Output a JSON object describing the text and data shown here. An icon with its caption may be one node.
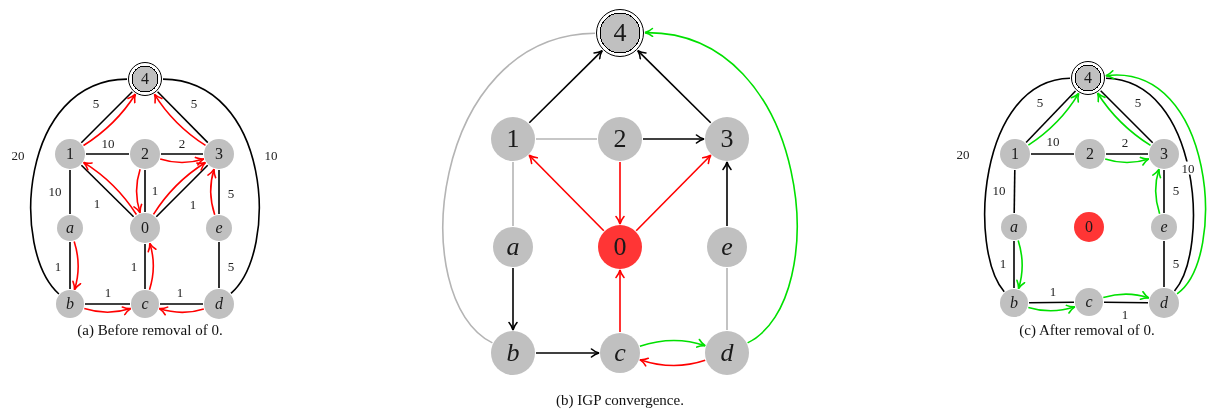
{
  "diagram": {
    "nodes": [
      {
        "text": [
          "4"
        ]
      },
      {
        "text": [
          "1"
        ]
      },
      {
        "text": [
          "2"
        ]
      },
      {
        "text": [
          "3"
        ]
      },
      {
        "text": [
          "a"
        ]
      },
      {
        "text": [
          "0"
        ]
      },
      {
        "text": [
          "e"
        ]
      },
      {
        "text": [
          "b"
        ]
      },
      {
        "text": [
          "c"
        ]
      },
      {
        "text": [
          "d"
        ]
      },
      {
        "text": [
          "4"
        ]
      },
      {
        "text": [
          "1"
        ]
      },
      {
        "text": [
          "2"
        ]
      },
      {
        "text": [
          "3"
        ]
      },
      {
        "text": [
          "a"
        ]
      },
      {
        "text": [
          "0"
        ]
      },
      {
        "text": [
          "e"
        ]
      },
      {
        "text": [
          "b"
        ]
      },
      {
        "text": [
          "c"
        ]
      },
      {
        "text": [
          "d"
        ]
      },
      {
        "text": [
          "4"
        ]
      },
      {
        "text": [
          "1"
        ]
      },
      {
        "text": [
          "2"
        ]
      },
      {
        "text": [
          "3"
        ]
      },
      {
        "text": [
          "a"
        ]
      },
      {
        "text": [
          "0"
        ]
      },
      {
        "text": [
          "e"
        ]
      },
      {
        "text": [
          "b"
        ]
      },
      {
        "text": [
          "c"
        ]
      },
      {
        "text": [
          "d"
        ]
      }
    ],
    "edges": [
      {
        "from": 1,
        "to": 0,
        "arrow": "none",
        "label": "5"
      },
      {
        "from": 3,
        "to": 0,
        "arrow": "none",
        "label": "5"
      },
      {
        "from": 1,
        "to": 2,
        "arrow": "none",
        "label": "10"
      },
      {
        "from": 2,
        "to": 3,
        "arrow": "none",
        "label": "2"
      },
      {
        "from": 1,
        "to": 5,
        "arrow": "none",
        "label": "1"
      },
      {
        "from": 2,
        "to": 5,
        "arrow": "none",
        "label": "1"
      },
      {
        "from": 3,
        "to": 5,
        "arrow": "none",
        "label": "1"
      },
      {
        "from": 1,
        "to": 4,
        "arrow": "none",
        "label": "10"
      },
      {
        "from": 3,
        "to": 6,
        "arrow": "none",
        "label": "5"
      },
      {
        "from": 4,
        "to": 7,
        "arrow": "none",
        "label": "1"
      },
      {
        "from": 5,
        "to": 8,
        "arrow": "none",
        "label": "1"
      },
      {
        "from": 6,
        "to": 9,
        "arrow": "none",
        "label": "5"
      },
      {
        "from": 7,
        "to": 8,
        "arrow": "none",
        "label": "1"
      },
      {
        "from": 8,
        "to": 9,
        "arrow": "none",
        "label": "1"
      },
      {
        "from": 7,
        "to": 0,
        "arrow": "none",
        "label": "20"
      },
      {
        "from": 9,
        "to": 0,
        "arrow": "none",
        "label": "10"
      },
      {
        "from": 1,
        "to": 0,
        "arrow": "to",
        "color": "#ff0000"
      },
      {
        "from": 3,
        "to": 0,
        "arrow": "to",
        "color": "#ff0000"
      },
      {
        "from": 2,
        "to": 3,
        "arrow": "to",
        "color": "#ff0000"
      },
      {
        "from": 5,
        "to": 1,
        "arrow": "to",
        "color": "#ff0000"
      },
      {
        "from": 2,
        "to": 5,
        "arrow": "to",
        "color": "#ff0000"
      },
      {
        "from": 5,
        "to": 3,
        "arrow": "to",
        "color": "#ff0000"
      },
      {
        "from": 6,
        "to": 3,
        "arrow": "to",
        "color": "#ff0000"
      },
      {
        "from": 4,
        "to": 7,
        "arrow": "to",
        "color": "#ff0000"
      },
      {
        "from": 8,
        "to": 5,
        "arrow": "to",
        "color": "#ff0000"
      },
      {
        "from": 7,
        "to": 8,
        "arrow": "to",
        "color": "#ff0000"
      },
      {
        "from": 9,
        "to": 8,
        "arrow": "to",
        "color": "#ff0000"
      },
      {
        "from": 11,
        "to": 10,
        "arrow": "to"
      },
      {
        "from": 13,
        "to": 10,
        "arrow": "to"
      },
      {
        "from": 11,
        "to": 12,
        "arrow": "none",
        "color": "#b4b4b4"
      },
      {
        "from": 12,
        "to": 13,
        "arrow": "to"
      },
      {
        "from": 11,
        "to": 14,
        "arrow": "none",
        "color": "#b4b4b4"
      },
      {
        "from": 16,
        "to": 13,
        "arrow": "to"
      },
      {
        "from": 14,
        "to": 17,
        "arrow": "to"
      },
      {
        "from": 16,
        "to": 19,
        "arrow": "none",
        "color": "#b4b4b4"
      },
      {
        "from": 17,
        "to": 18,
        "arrow": "to"
      },
      {
        "from": 17,
        "to": 10,
        "arrow": "none",
        "color": "#b4b4b4"
      },
      {
        "from": 19,
        "to": 10,
        "arrow": "to",
        "color": "#00e000"
      },
      {
        "from": 15,
        "to": 11,
        "arrow": "to",
        "color": "#ff0000"
      },
      {
        "from": 12,
        "to": 15,
        "arrow": "to",
        "color": "#ff0000"
      },
      {
        "from": 15,
        "to": 13,
        "arrow": "to",
        "color": "#ff0000"
      },
      {
        "from": 18,
        "to": 15,
        "arrow": "to",
        "color": "#ff0000"
      },
      {
        "from": 18,
        "to": 19,
        "arrow": "to",
        "color": "#00e000"
      },
      {
        "from": 19,
        "to": 18,
        "arrow": "to",
        "color": "#ff0000"
      },
      {
        "from": 21,
        "to": 20,
        "arrow": "none",
        "label": "5"
      },
      {
        "from": 23,
        "to": 20,
        "arrow": "none",
        "label": "5"
      },
      {
        "from": 21,
        "to": 22,
        "arrow": "none",
        "label": "10"
      },
      {
        "from": 22,
        "to": 23,
        "arrow": "none",
        "label": "2"
      },
      {
        "from": 21,
        "to": 24,
        "arrow": "none",
        "label": "10"
      },
      {
        "from": 23,
        "to": 26,
        "arrow": "none",
        "label": "5"
      },
      {
        "from": 24,
        "to": 27,
        "arrow": "none",
        "label": "1"
      },
      {
        "from": 26,
        "to": 29,
        "arrow": "none",
        "label": "5"
      },
      {
        "from": 27,
        "to": 28,
        "arrow": "none",
        "label": "1"
      },
      {
        "from": 28,
        "to": 29,
        "arrow": "none",
        "label": "1"
      },
      {
        "from": 27,
        "to": 20,
        "arrow": "none",
        "label": "20"
      },
      {
        "from": 29,
        "to": 20,
        "arrow": "none",
        "label": "10"
      },
      {
        "from": 21,
        "to": 20,
        "arrow": "to",
        "color": "#00e000"
      },
      {
        "from": 23,
        "to": 20,
        "arrow": "to",
        "color": "#00e000"
      },
      {
        "from": 22,
        "to": 23,
        "arrow": "to",
        "color": "#00e000"
      },
      {
        "from": 26,
        "to": 23,
        "arrow": "to",
        "color": "#00e000"
      },
      {
        "from": 24,
        "to": 27,
        "arrow": "to",
        "color": "#00e000"
      },
      {
        "from": 27,
        "to": 28,
        "arrow": "to",
        "color": "#00e000"
      },
      {
        "from": 28,
        "to": 29,
        "arrow": "to",
        "color": "#00e000"
      },
      {
        "from": 29,
        "to": 20,
        "arrow": "to",
        "color": "#00e000"
      }
    ],
    "labels": [
      "(a) Before removal of 0.",
      "(b) IGP convergence.",
      "(c) After removal of 0."
    ]
  }
}
